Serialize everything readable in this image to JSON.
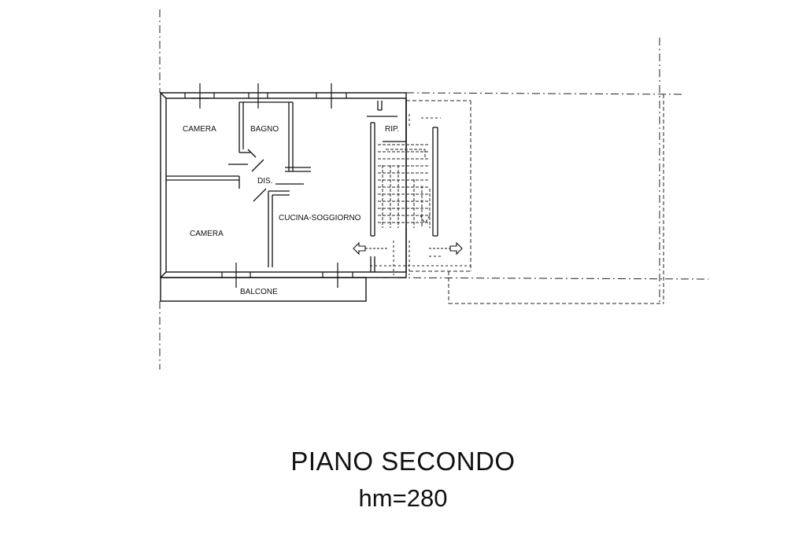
{
  "rooms": {
    "camera_top": "CAMERA",
    "bagno": "BAGNO",
    "rip": "RIP.",
    "dis": "DIS.",
    "camera_bottom": "CAMERA",
    "cucina": "CUCINA-SOGGIORNO",
    "balcone": "BALCONE"
  },
  "title": {
    "floor": "PIANO SECONDO",
    "height": "hm=280"
  }
}
